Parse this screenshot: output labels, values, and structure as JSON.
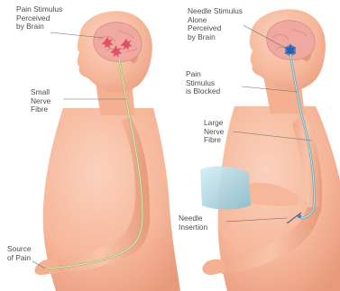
{
  "labels": {
    "pain_perceived": "Pain Stimulus\nPerceived\nby Brain",
    "small_nerve": "Small\nNerve\nFibre",
    "source_of_pain": "Source\nof Pain",
    "needle_alone": "Needle Stimulus\nAlone\nPerceived\nby Brain",
    "pain_blocked": "Pain\nStimulus\nis Blocked",
    "large_nerve": "Large\nNerve\nFibre",
    "needle_insertion": "Needle\nInsertion"
  },
  "colors": {
    "skin": "#f6b79a",
    "skin_shadow": "#e89878",
    "brain": "#efa9a0",
    "pain_marks": "#e0506a",
    "needle_marks": "#3a7fc8",
    "nerve": "#7aa7b3",
    "sleeve": "#a9d6e2",
    "label_text": "#4d4d4d",
    "leader_line": "#6b6b6b"
  }
}
